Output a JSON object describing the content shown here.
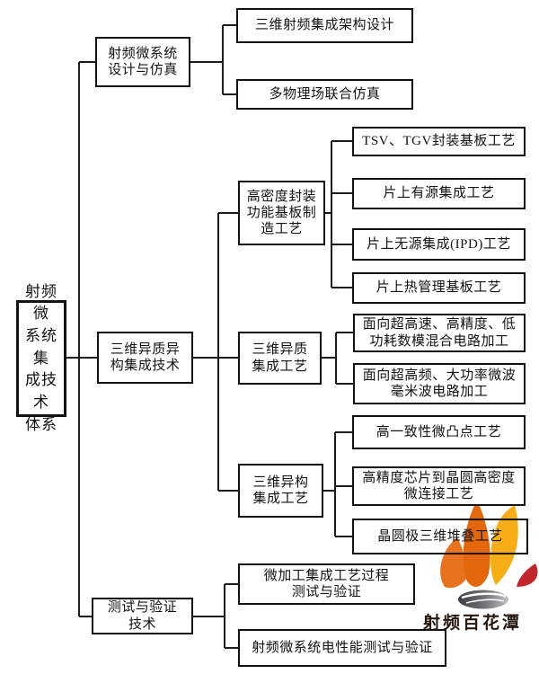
{
  "nodes": {
    "root": {
      "label": "射频微\n系统集\n成技术\n体系"
    },
    "design": {
      "label": "射频微系统\n设计与仿真"
    },
    "design_arch": {
      "label": "三维射频集成架构设计"
    },
    "design_sim": {
      "label": "多物理场联合仿真"
    },
    "integration": {
      "label": "三维异质异\n构集成技术"
    },
    "substrate": {
      "label": "高密度封装\n功能基板制\n造工艺"
    },
    "substrate_tsv": {
      "label": "TSV、TGV封装基板工艺"
    },
    "substrate_active": {
      "label": "片上有源集成工艺"
    },
    "substrate_passive": {
      "label": "片上无源集成(IPD)工艺"
    },
    "substrate_thermal": {
      "label": "片上热管理基板工艺"
    },
    "hetero": {
      "label": "三维异质\n集成工艺"
    },
    "hetero_mixed": {
      "label": "面向超高速、高精度、低\n功耗数模混合电路加工"
    },
    "hetero_mmwave": {
      "label": "面向超高频、大功率微波\n毫米波电路加工"
    },
    "heterostruct": {
      "label": "三维异构\n集成工艺"
    },
    "hs_bump": {
      "label": "高一致性微凸点工艺"
    },
    "hs_bond": {
      "label": "高精度芯片到晶圆高密度\n微连接工艺"
    },
    "hs_stack": {
      "label": "晶圆极三维堆叠工艺"
    },
    "test": {
      "label": "测试与验证\n技术"
    },
    "test_process": {
      "label": "微加工集成工艺过程\n测试与验证"
    },
    "test_electrical": {
      "label": "射频微系统电性能测试与验证"
    }
  },
  "logo": {
    "wordmark": "射频百花潭",
    "colors": {
      "flame_orange": "#E8731F",
      "flame_deep_orange": "#E4670B",
      "flame_yellow": "#F6AD16",
      "flame_red": "#C2272D",
      "leaf_dark": "#3C3C3E",
      "leaf_light": "#C0C0C2",
      "wordmark_color": "#26180E"
    }
  }
}
